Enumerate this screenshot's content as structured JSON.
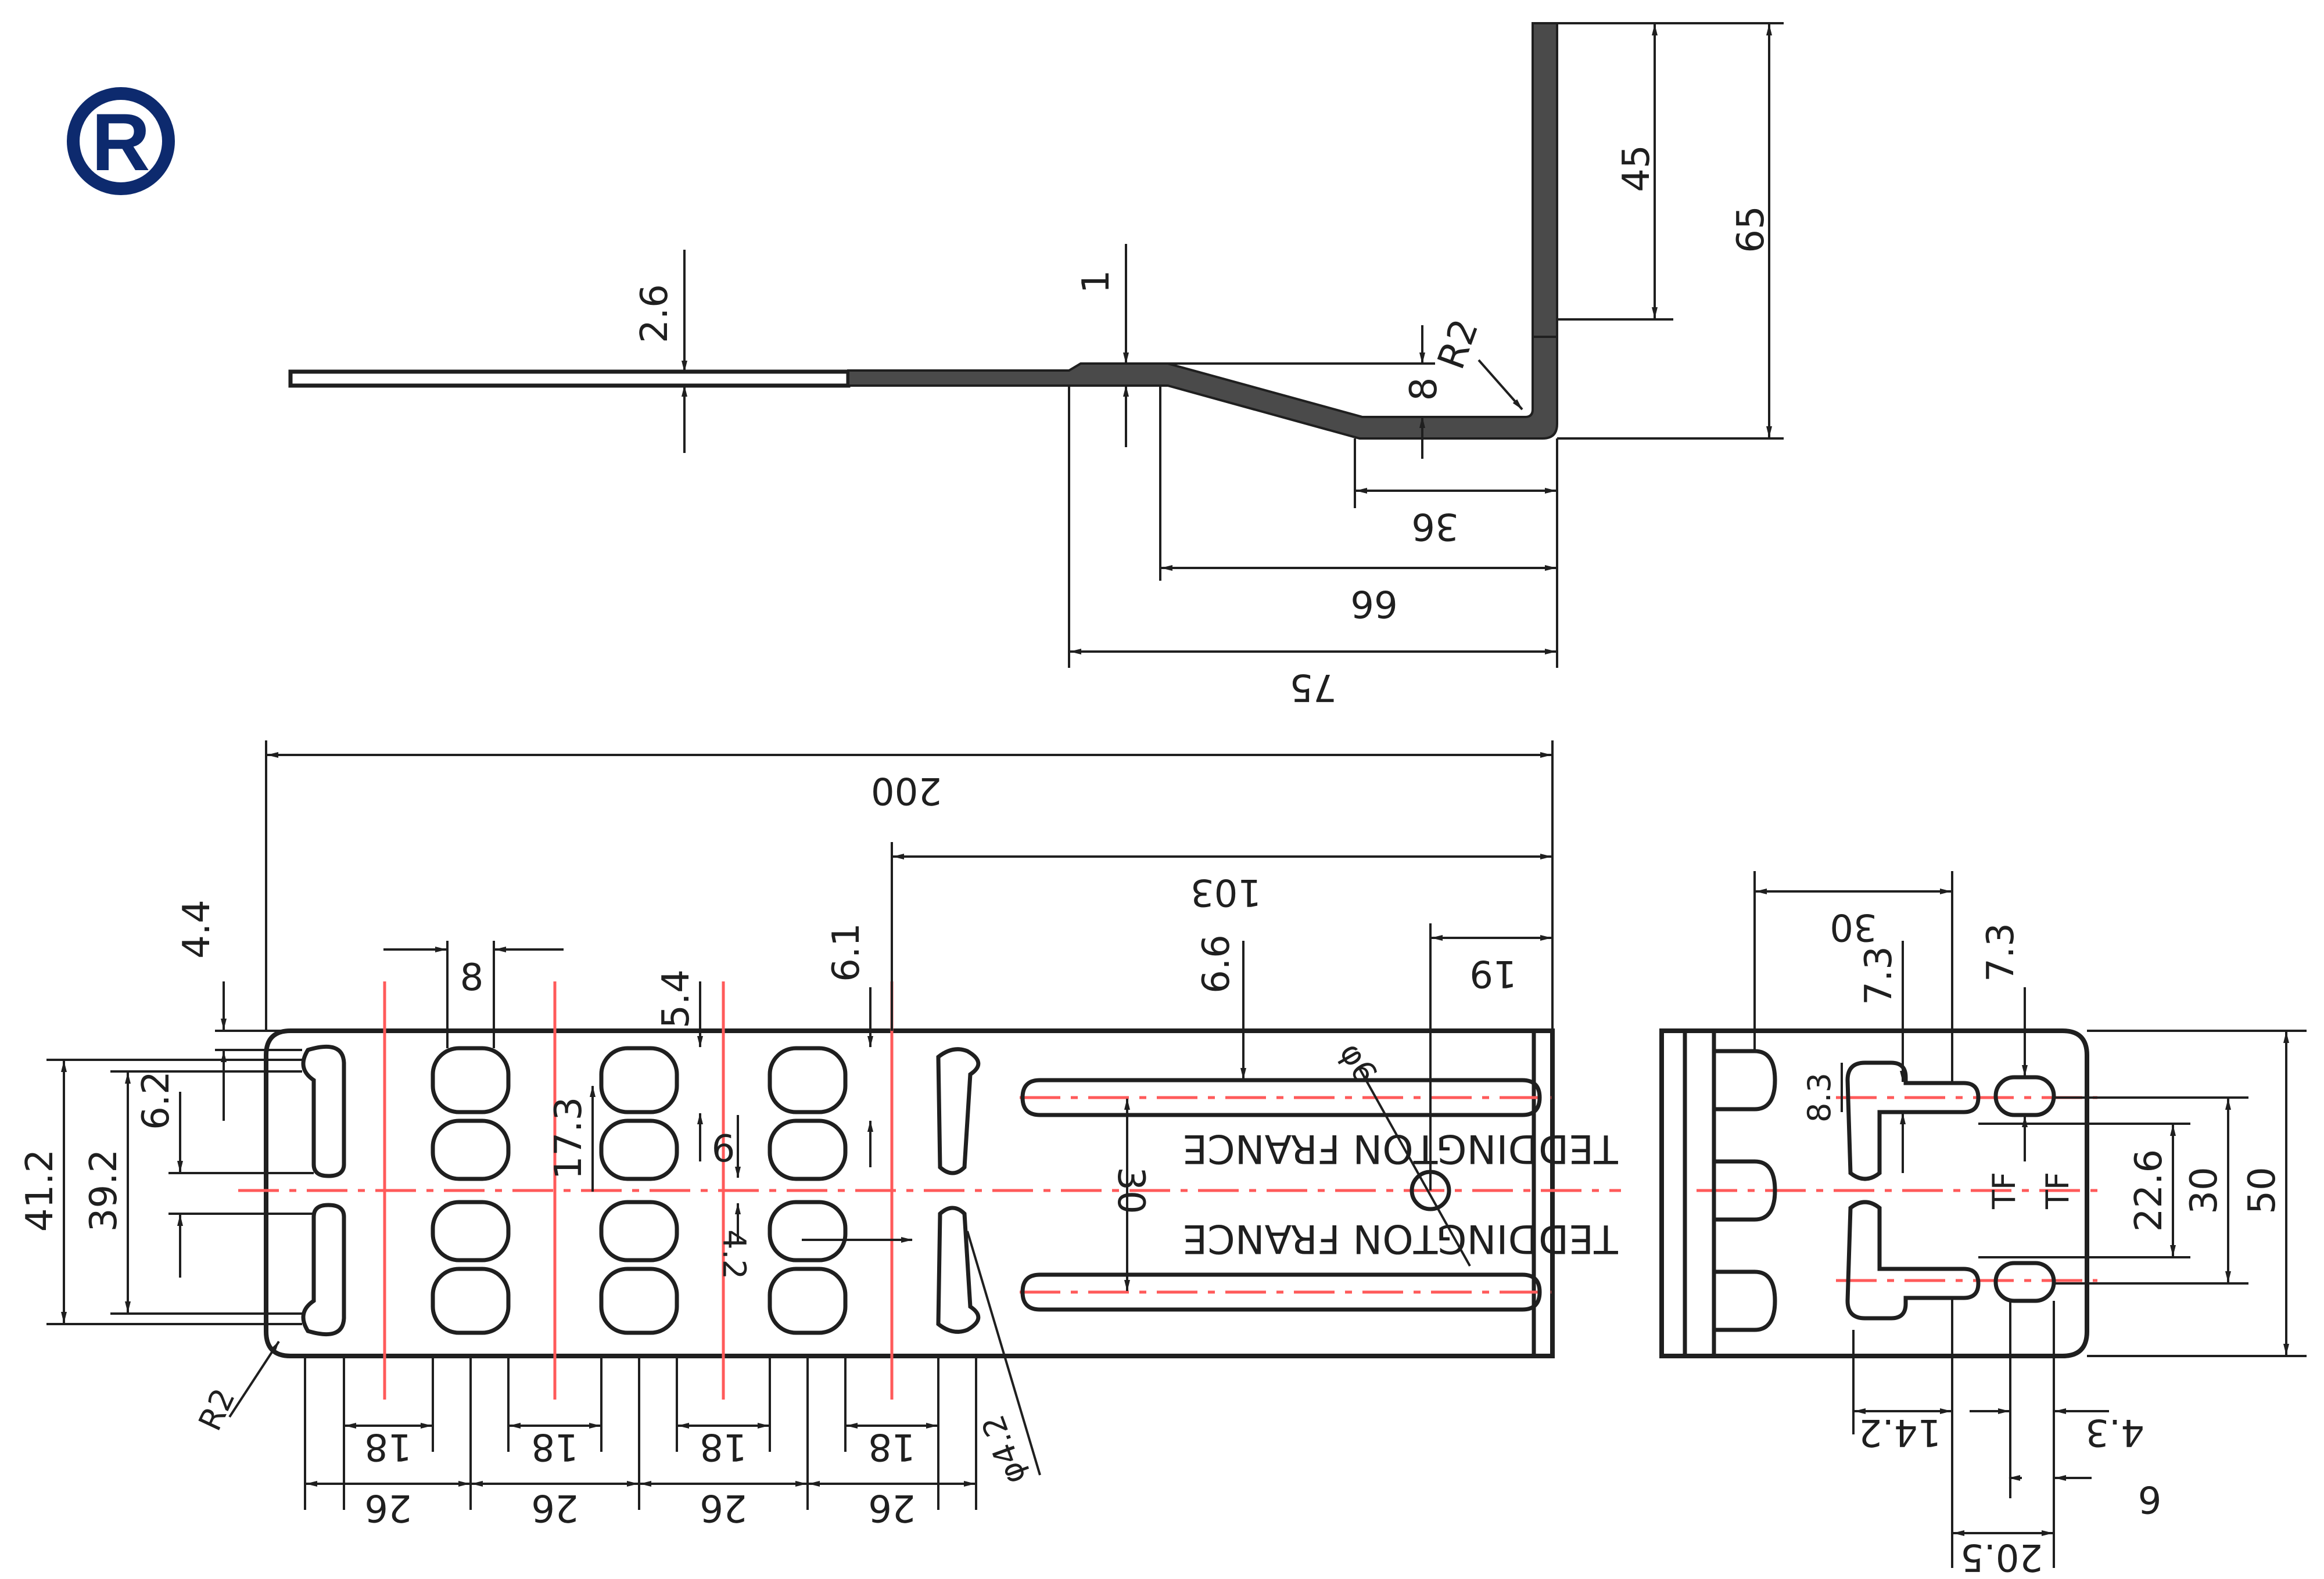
{
  "logo": {
    "glyph": "R",
    "color": "#0d2a6e"
  },
  "side_view": {
    "dims": {
      "thickness": "2.6",
      "offset_1": "1",
      "offset_8": "8",
      "radius": "R2",
      "h45": "45",
      "h65": "65",
      "w36": "36",
      "w66": "66",
      "w75": "75"
    }
  },
  "top_view": {
    "dims": {
      "overall": "200",
      "d103": "103",
      "d19": "19",
      "d6_6": "6.6",
      "phi6": "φ6",
      "d4_4": "4.4",
      "d8": "8",
      "d5_4": "5.4",
      "d6_1": "6.1",
      "d41_2": "41.2",
      "d39_2": "39.2",
      "d6_2": "6.2",
      "d17_3": "17.3",
      "d6": "6",
      "d4_2": "4.2",
      "d30": "30",
      "r2": "R2",
      "phi4_2": "φ4.2",
      "spacing18": [
        "18",
        "18",
        "18",
        "18"
      ],
      "spacing26": [
        "26",
        "26",
        "26",
        "26"
      ]
    },
    "brand_text": [
      "TEDDINGTON FRANCE",
      "TEDDINGTON FRANCE"
    ]
  },
  "end_view": {
    "dims": {
      "w30": "30",
      "d7_3a": "7.3",
      "d7_3b": "7.3",
      "d8_3": "8.3",
      "h22_6": "22.6",
      "h30": "30",
      "h50": "50",
      "d14_2": "14.2",
      "d4_3": "4.3",
      "d6": "6",
      "d20_5": "20.5"
    },
    "marks": [
      "TF",
      "TF"
    ]
  },
  "colors": {
    "line": "#1f1f1f",
    "centerline": "#ff5a5a",
    "hatch": "#4a4a4a"
  }
}
